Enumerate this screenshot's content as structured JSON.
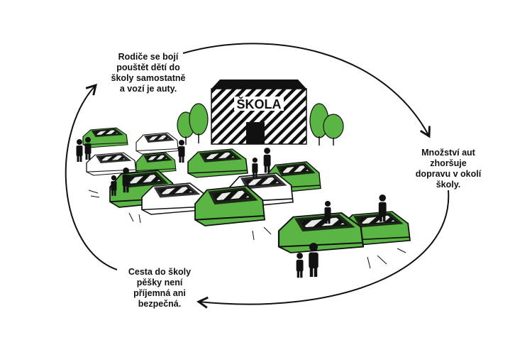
{
  "cycle": {
    "steps": [
      {
        "text": "Rodiče se bojí\npouštět dětí do\nškoly samostatně\na vozí je auty."
      },
      {
        "text": "Množství aut\nzhoršuje\ndopravu v okolí\nškoly."
      },
      {
        "text": "Cesta do školy\npěšky není\npříjemná ani\nbezpečná."
      }
    ]
  },
  "school": {
    "sign": "ŠKOLA"
  },
  "colors": {
    "car_green": "#5bb544",
    "car_white": "#ffffff",
    "tree_green": "#5bb544",
    "ink": "#111111"
  },
  "icons": [
    "cycle-arrow-icon",
    "tree-icon",
    "car-icon",
    "person-icon",
    "school-building-icon"
  ]
}
